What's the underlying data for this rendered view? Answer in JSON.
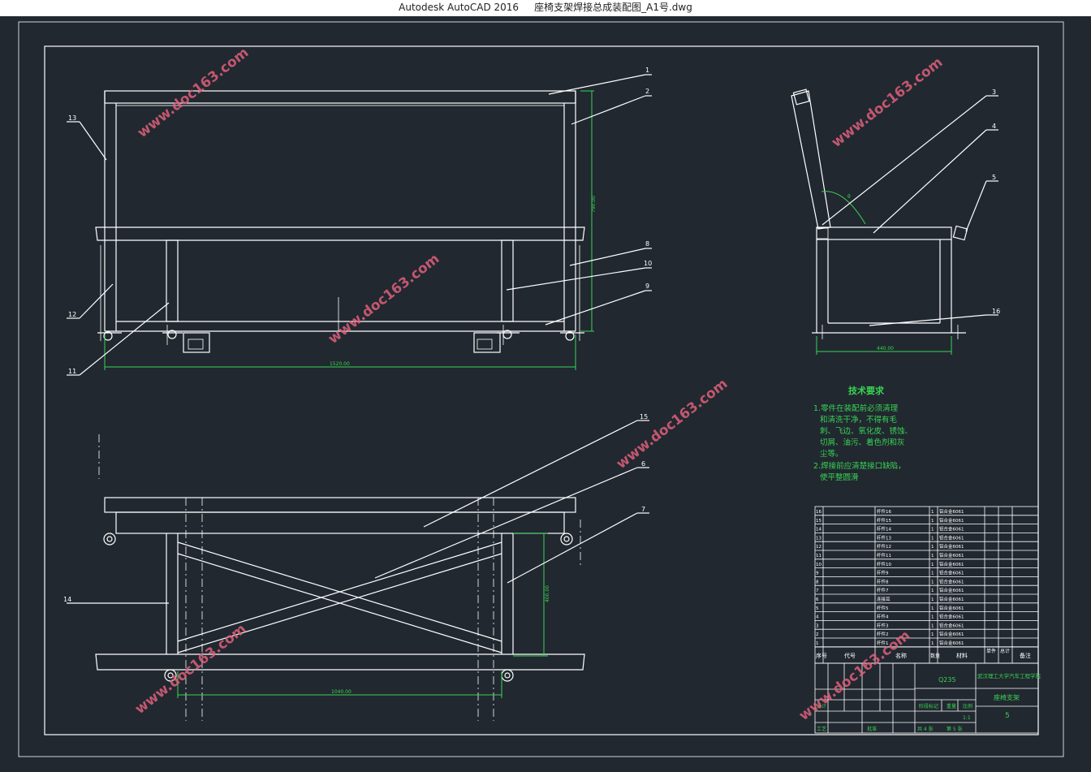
{
  "window": {
    "app_name": "Autodesk AutoCAD 2016",
    "file_name": "座椅支架焊接总成装配图_A1号.dwg"
  },
  "watermark": "www.doc163.com",
  "balloons": [
    "1",
    "2",
    "3",
    "4",
    "5",
    "6",
    "7",
    "8",
    "9",
    "10",
    "11",
    "12",
    "13",
    "14",
    "15",
    "16"
  ],
  "dimensions": {
    "overall_length": "1520.00",
    "back_height": "790.00",
    "side_depth": "440.00",
    "inner_length": "1040.00",
    "leg_height": "400.00"
  },
  "tech_req": {
    "title": "技术要求",
    "lines": [
      "1.零件在装配前必须清理",
      "和清洗干净，不得有毛",
      "刺、飞边、氧化皮、锈蚀、",
      "切屑、油污、着色剂和灰",
      "尘等。",
      "2.焊接前应清楚接口缺陷，",
      "使平整圆滑"
    ]
  },
  "parts_list": {
    "headers": [
      "序号",
      "代号",
      "名称",
      "数量",
      "材料",
      "单件",
      "总计",
      "备注"
    ],
    "rows": [
      {
        "no": "16",
        "name": "杆件16",
        "qty": "1",
        "material": "铝合金6061"
      },
      {
        "no": "15",
        "name": "杆件15",
        "qty": "1",
        "material": "铝合金6061"
      },
      {
        "no": "14",
        "name": "杆件14",
        "qty": "1",
        "material": "铝合金6061"
      },
      {
        "no": "13",
        "name": "杆件13",
        "qty": "1",
        "material": "铝合金6061"
      },
      {
        "no": "12",
        "name": "杆件12",
        "qty": "1",
        "material": "铝合金6061"
      },
      {
        "no": "11",
        "name": "杆件11",
        "qty": "1",
        "material": "铝合金6061"
      },
      {
        "no": "10",
        "name": "杆件10",
        "qty": "1",
        "material": "铝合金6061"
      },
      {
        "no": "9",
        "name": "杆件9",
        "qty": "1",
        "material": "铝合金6061"
      },
      {
        "no": "8",
        "name": "杆件8",
        "qty": "1",
        "material": "铝合金6061"
      },
      {
        "no": "7",
        "name": "杆件7",
        "qty": "1",
        "material": "铝合金6061"
      },
      {
        "no": "6",
        "name": "连接耳",
        "qty": "1",
        "material": "铝合金6061"
      },
      {
        "no": "5",
        "name": "杆件5",
        "qty": "1",
        "material": "铝合金6061"
      },
      {
        "no": "4",
        "name": "杆件4",
        "qty": "1",
        "material": "铝合金6061"
      },
      {
        "no": "3",
        "name": "杆件3",
        "qty": "1",
        "material": "铝合金6061"
      },
      {
        "no": "2",
        "name": "杆件2",
        "qty": "1",
        "material": "铝合金6061"
      },
      {
        "no": "1",
        "name": "杆件1",
        "qty": "1",
        "material": "铝合金6061"
      }
    ]
  },
  "title_block": {
    "material_code": "Q235",
    "school": "武汉理工大学汽车工程学院",
    "drawing_name": "座椅支架",
    "drawing_no": "5",
    "scale": "1:1",
    "sheet_total": "共 4 张",
    "sheet_no": "第 5 张",
    "label_stage": "阶段标记",
    "label_weight": "重量",
    "label_scale": "比例",
    "label_design": "设计",
    "label_process": "工艺",
    "label_approve": "批准"
  },
  "colors": {
    "background": "#212830",
    "lines": "#ffffff",
    "dimensions": "#39d353",
    "watermark": "#e0607a"
  }
}
